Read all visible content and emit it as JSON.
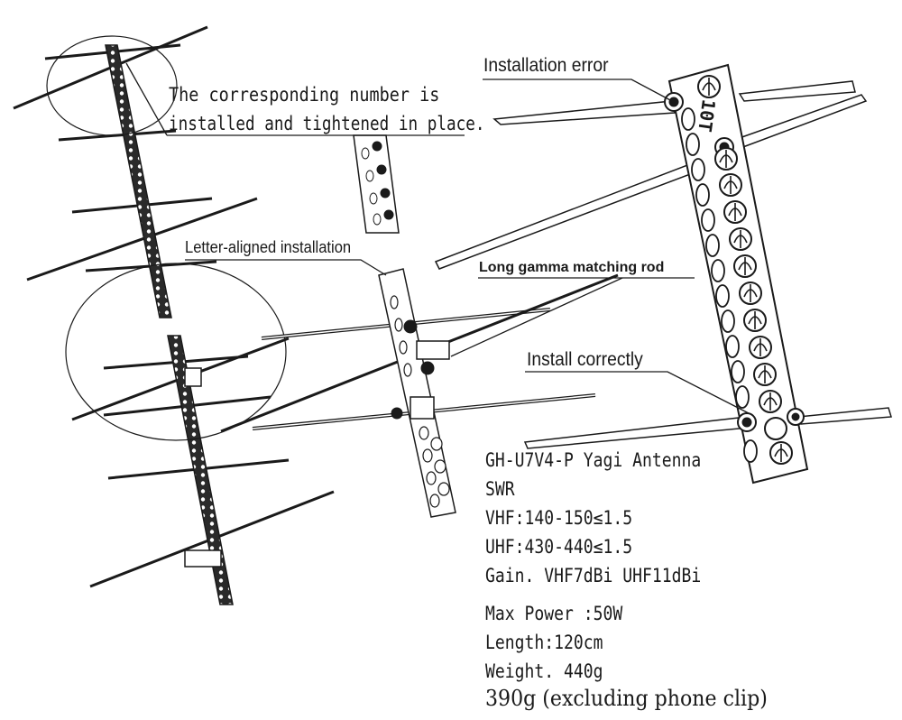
{
  "annotations": {
    "number_note_line1": "The corresponding number is",
    "number_note_line2": "installed and tightened in place.",
    "letter_aligned": "Letter-aligned installation",
    "gamma_rod": "Long gamma matching rod",
    "install_error": "Installation error",
    "install_correct": "Install correctly"
  },
  "boom_marking": "10T",
  "specs": {
    "model": "GH-U7V4-P Yagi Antenna",
    "swr_label": "SWR",
    "vhf": "VHF:140-150≤1.5",
    "uhf": "UHF:430-440≤1.5",
    "gain": "Gain. VHF7dBi UHF11dBi",
    "max_power": "Max Power :50W",
    "length": "Length:120cm",
    "weight": "Weight. 440g",
    "weight_note": "390g (excluding phone clip)"
  },
  "colors": {
    "ink": "#1a1a1a",
    "background": "#ffffff"
  }
}
